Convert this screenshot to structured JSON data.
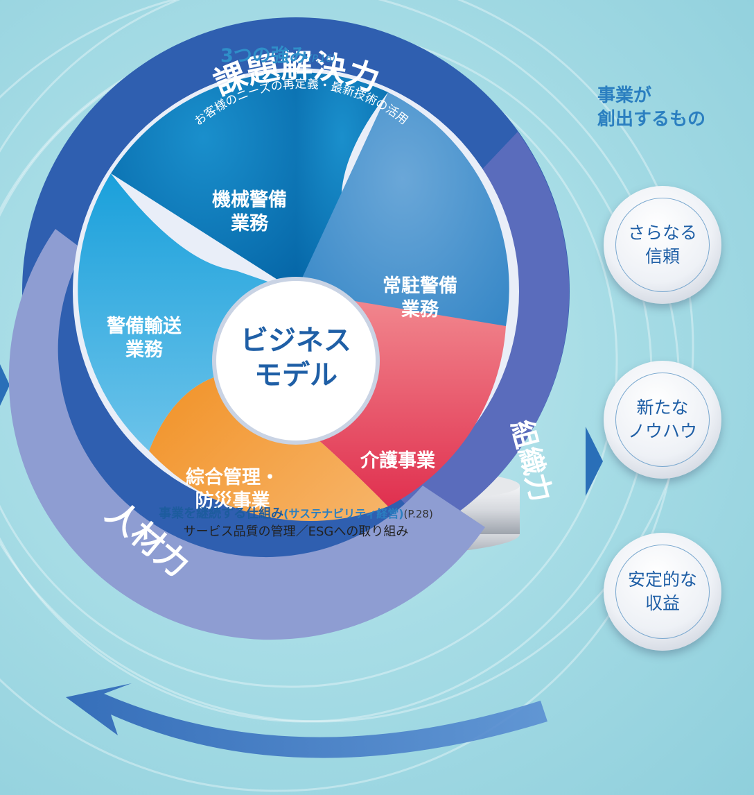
{
  "strengths": {
    "title": "3つの強み",
    "ref": "(P.16)"
  },
  "ring": {
    "top_title": "課題解決力",
    "top_subtitle": "お客様のニーズの再定義・最新技術の活用",
    "left_label": "人材力",
    "right_label": "組織力"
  },
  "segments": [
    {
      "line1": "機械警備",
      "line2": "業務",
      "color": "#0a7fbf"
    },
    {
      "line1": "常駐警備",
      "line2": "業務",
      "color": "#3a92cf"
    },
    {
      "line1": "介護事業",
      "line2": "",
      "color": "#e8455e"
    },
    {
      "line1": "綜合管理・",
      "line2": "防災事業",
      "color": "#f3951f"
    },
    {
      "line1": "警備輸送",
      "line2": "業務",
      "color": "#1fa6dd"
    }
  ],
  "center": {
    "line1": "ビジネス",
    "line2": "モデル"
  },
  "creates": {
    "title_line1": "事業が",
    "title_line2": "創出するもの",
    "items": [
      {
        "line1": "さらなる",
        "line2": "信頼"
      },
      {
        "line1": "新たな",
        "line2": "ノウハウ"
      },
      {
        "line1": "安定的な",
        "line2": "収益"
      }
    ]
  },
  "base": {
    "title": "事業を継続する仕組み",
    "paren": "(サステナビリティ経営)",
    "ref": "(P.28)",
    "subtitle": "サービス品質の管理／ESGへの取り組み"
  },
  "colors": {
    "ring_top": "#2f5fb0",
    "ring_right": "#5a6cbc",
    "ring_left": "#8e9dd2",
    "center_text": "#1f5fa6"
  }
}
